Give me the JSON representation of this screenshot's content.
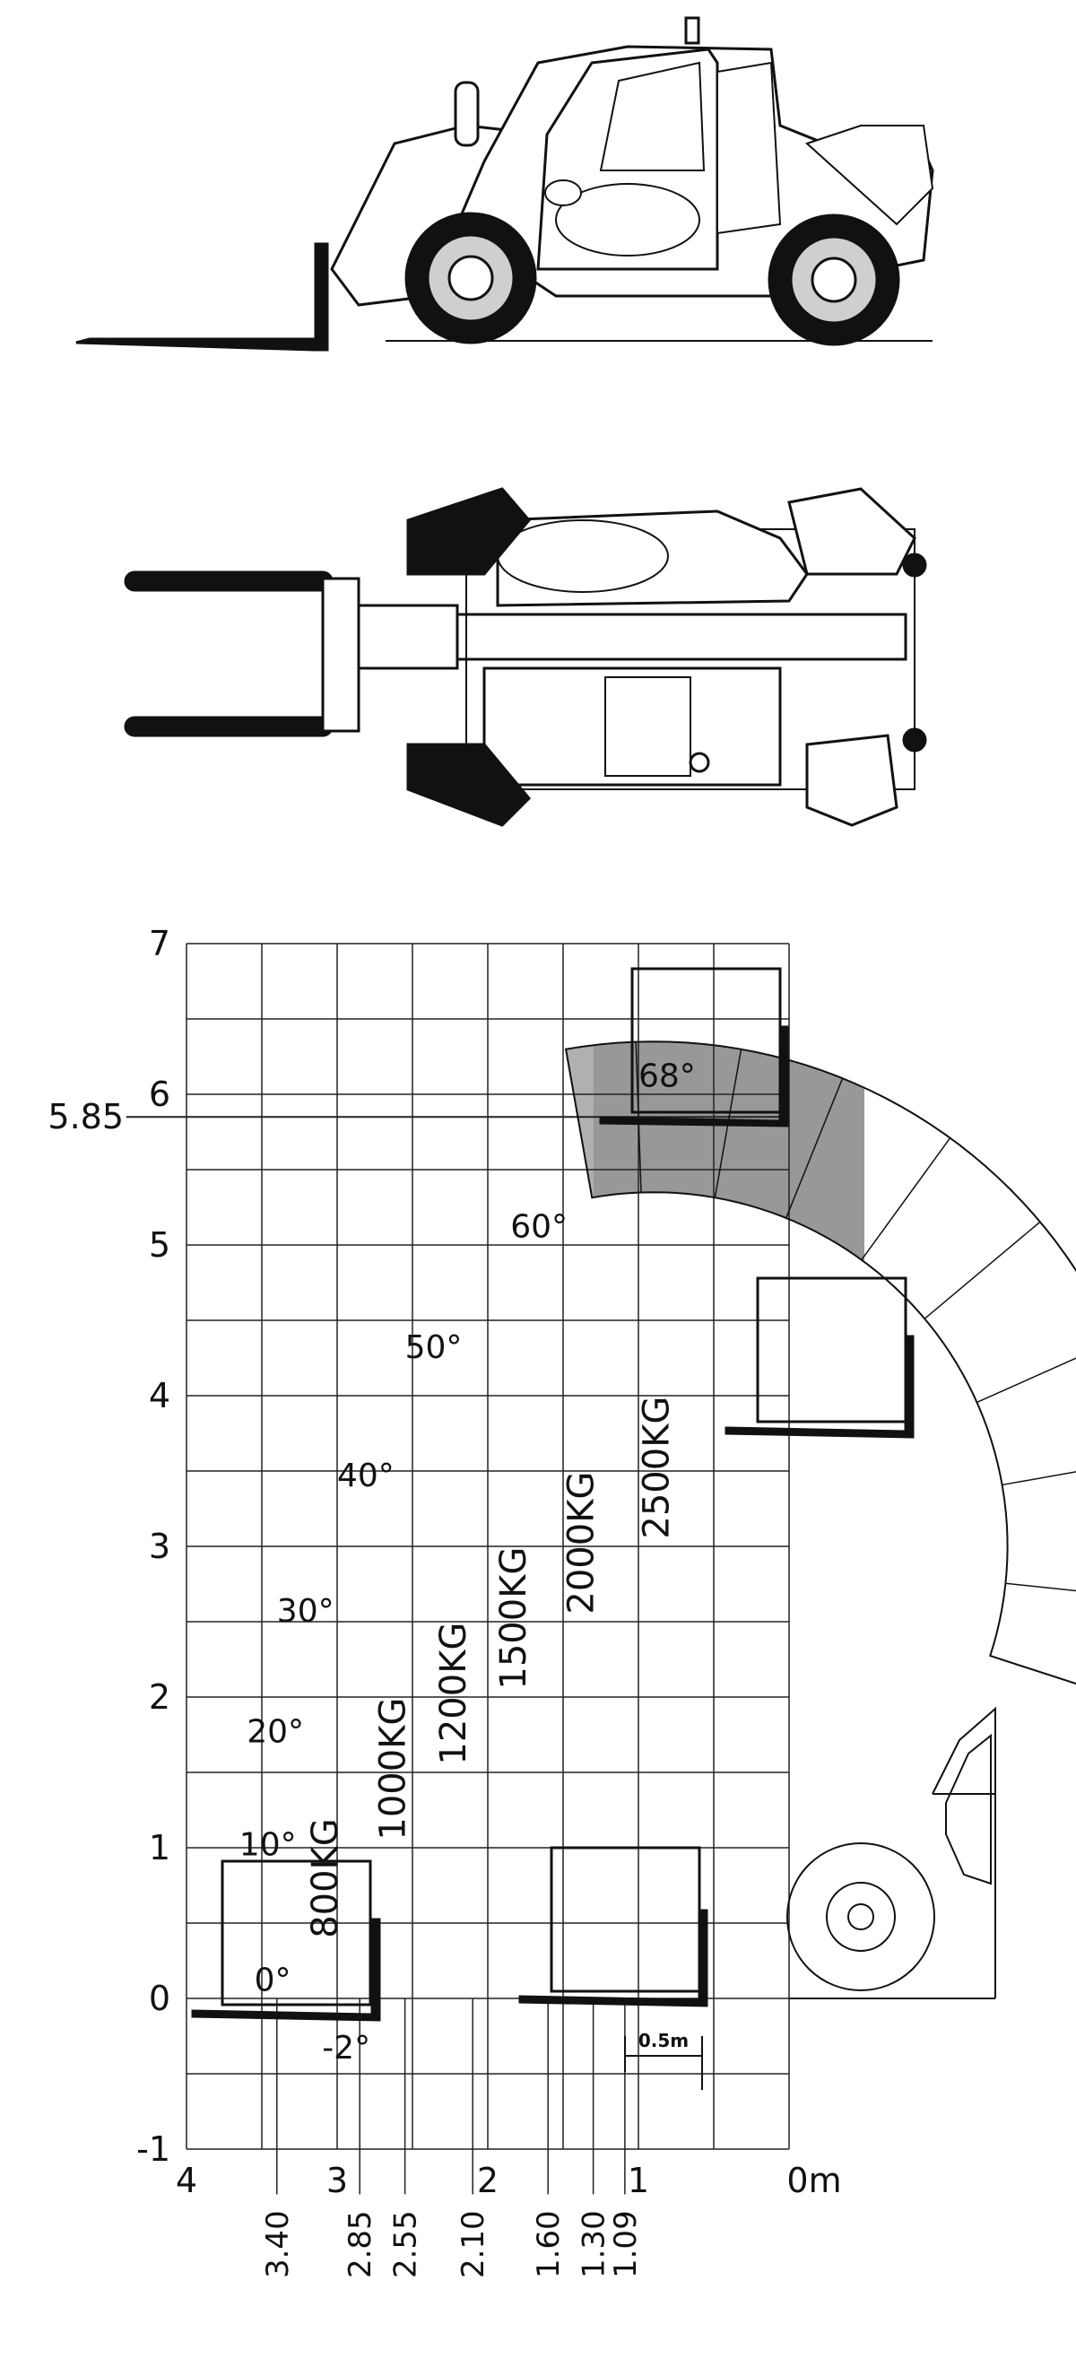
{
  "diagram": {
    "type": "telehandler_load_chart",
    "y_axis": {
      "ticks": [
        "-1",
        "0",
        "1",
        "2",
        "3",
        "4",
        "5",
        "6",
        "7"
      ],
      "special_tick": "5.85"
    },
    "x_axis": {
      "ticks": [
        "4",
        "3",
        "2",
        "1",
        "0m"
      ]
    },
    "distance_markers": [
      "3.40",
      "2.85",
      "2.55",
      "2.10",
      "1.60",
      "1.30",
      "1.09"
    ],
    "angles": [
      "68°",
      "60°",
      "50°",
      "40°",
      "30°",
      "20°",
      "10°",
      "0°",
      "-2°"
    ],
    "load_zones": [
      "800KG",
      "1000KG",
      "1200KG",
      "1500KG",
      "2000KG",
      "2500KG"
    ],
    "scale_bar": "0.5m",
    "colors": {
      "zone_800": "#c8c8c8",
      "zone_1000": "#dddddd",
      "zone_1200": "#eaeaea",
      "zone_1500": "#cfcfcf",
      "zone_2000": "#b0b0b0",
      "zone_2500": "#989898",
      "outline": "#111111",
      "grid": "#222222"
    }
  }
}
